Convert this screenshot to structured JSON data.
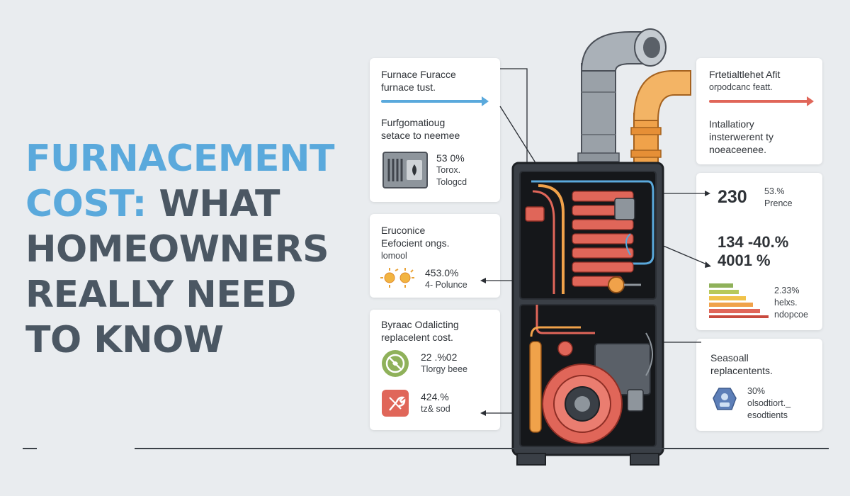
{
  "headline": {
    "line1": "FURNACEMENT",
    "line2a": "COST:",
    "line2b": " WHAT",
    "line3": "HOMEOWNERS",
    "line4": "REALLY NEED",
    "line5": "TO KNOW"
  },
  "colors": {
    "accent_blue": "#5aa9dc",
    "heading_slate": "#4b5763",
    "cold_pipe": "#8e959c",
    "hot_pipe": "#f0a24a",
    "coil_red": "#e06659",
    "cabinet": "#2b2f35"
  },
  "left_card_1": {
    "title1": "Furnace Furacce",
    "title2": "furnace tust.",
    "sub1": "Furfgomatioug",
    "sub2": "setace to neemee",
    "stat1": "53 0%",
    "stat2": "Torox.",
    "stat3": "Tologcd",
    "icon": "thermostat-panel-icon"
  },
  "left_card_2": {
    "line1": "Eruconice",
    "line2": "Eefocient ongs.",
    "line3": "lomool",
    "stat1": "453.0%",
    "stat2": "4- Polunce",
    "icon": "sun-cluster-icon"
  },
  "left_card_3": {
    "line1": "Byraac Odalicting",
    "line2": "replacelent cost.",
    "row1_stat": "22 .%02",
    "row1_sub": "Tlorgy beee",
    "row2_stat": "424.%",
    "row2_sub": "tz& sod",
    "icon1": "no-fan-icon",
    "icon2": "repair-tools-icon"
  },
  "right_card_1": {
    "line1": "Frtetialtlehet Afit",
    "line2": "orpodcanc featt.",
    "line3": "Intallatiory",
    "line4": "insterwerent ty",
    "line5": "noeaceenee."
  },
  "right_card_2": {
    "big1": "230",
    "stat1": "53.%",
    "sub1": "Prence",
    "big2a": "134 -40.%",
    "big2b": "4001 %",
    "stat3": "2.33%",
    "sub3a": "helxs.",
    "sub3b": "ndopcoe",
    "icon": "efficiency-bars-icon"
  },
  "right_card_3": {
    "line1": "Seasoall",
    "line2": "replacentents.",
    "stat1": "30%",
    "sub1": "olsodtiort._",
    "sub2": "esodtients",
    "icon": "technician-icon"
  }
}
